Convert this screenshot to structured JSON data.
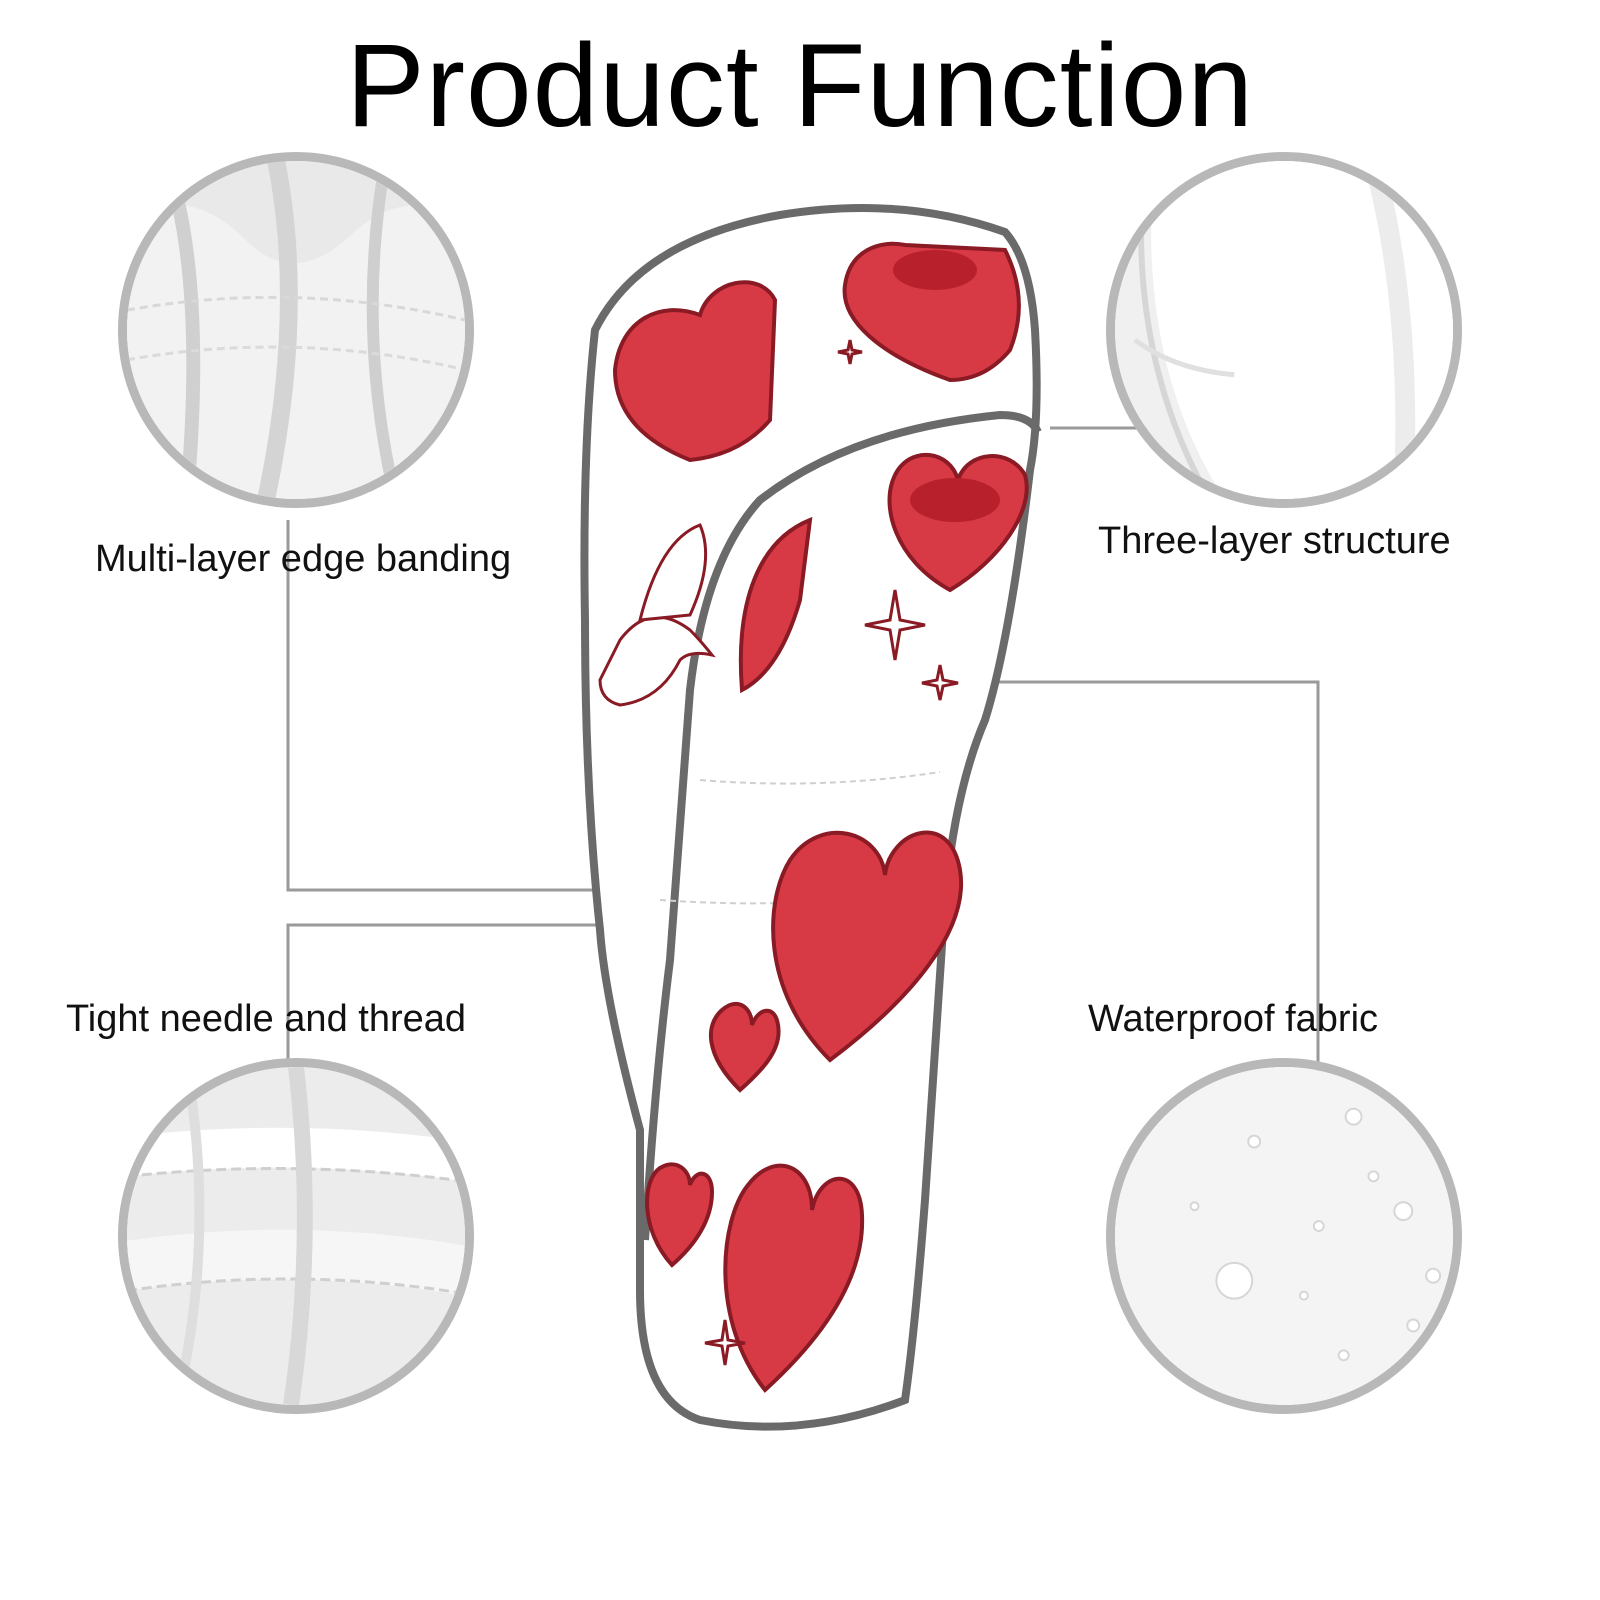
{
  "title": "Product Function",
  "features": {
    "top_left": "Multi-layer edge banding",
    "top_right": "Three-layer structure",
    "bottom_left": "Tight needle and thread",
    "bottom_right": "Waterproof fabric"
  },
  "colors": {
    "banding": "#6a6a6a",
    "heart_red": "#d83a45",
    "heart_dark": "#8a1a24",
    "connector": "#9a9a9a",
    "circle_border": "#b8b8b8"
  }
}
